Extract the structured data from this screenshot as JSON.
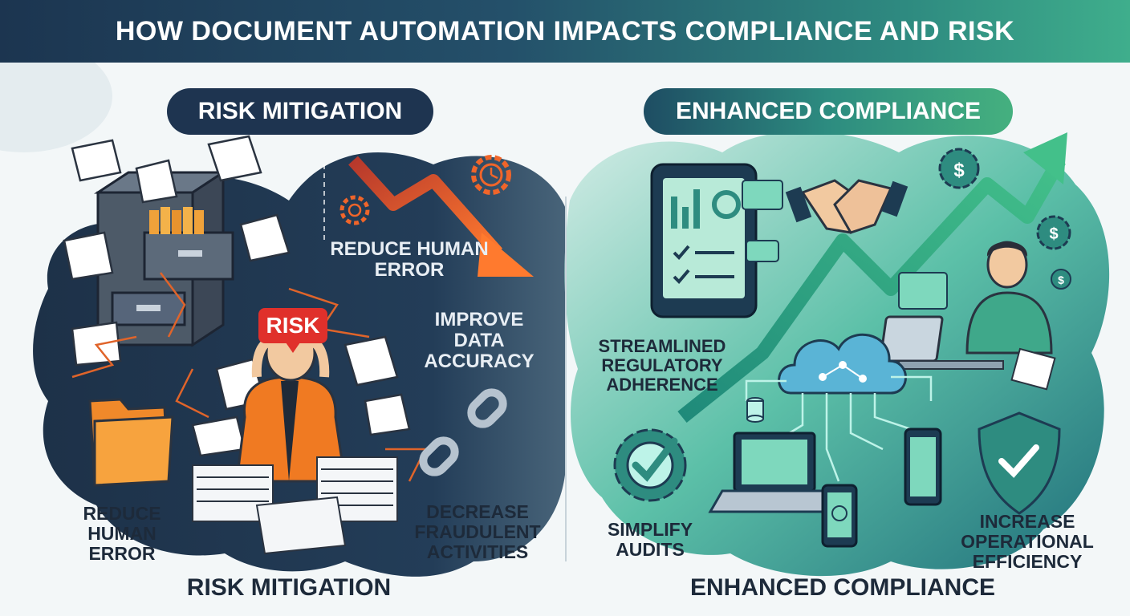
{
  "header": {
    "title": "HOW DOCUMENT AUTOMATION IMPACTS COMPLIANCE AND RISK"
  },
  "left_panel": {
    "pill_label": "RISK MITIGATION",
    "risk_badge": "RISK",
    "inner_labels": {
      "reduce_human_error": "REDUCE HUMAN ERROR",
      "improve_data_accuracy": "IMPROVE DATA ACCURACY",
      "decrease_fraudulent": "DECREASE FRAUDULENT ACTIVITIES"
    },
    "outer_label_reduce": "REDUCE HUMAN ERROR",
    "footer_label": "RISK MITIGATION"
  },
  "right_panel": {
    "pill_label": "ENHANCED COMPLIANCE",
    "labels": {
      "streamlined": "STREAMLINED REGULATORY ADHERENCE",
      "simplify_audits": "SIMPLIFY AUDITS",
      "increase_efficiency": "INCREASE OPERATIONAL EFFICIENCY"
    },
    "footer_label": "ENHANCED COMPLIANCE"
  },
  "colors": {
    "navy": "#1e3450",
    "teal": "#2d8c80",
    "green": "#45b07f",
    "risk_red": "#e0302b",
    "arrow_orange": "#f0652a"
  },
  "icons": [
    "file-cabinet-icon",
    "folder-icon",
    "paper-stack-icon",
    "stressed-person-icon",
    "gear-clock-icon",
    "gear-icon",
    "broken-chain-icon",
    "down-trend-arrow-icon",
    "tablet-checklist-icon",
    "handshake-icon",
    "dollar-gear-icon",
    "up-trend-arrow-icon",
    "person-laptop-icon",
    "cloud-network-icon",
    "laptop-icon",
    "smartphone-icon",
    "mobile-device-icon",
    "check-gear-icon",
    "shield-check-icon",
    "database-icon"
  ]
}
